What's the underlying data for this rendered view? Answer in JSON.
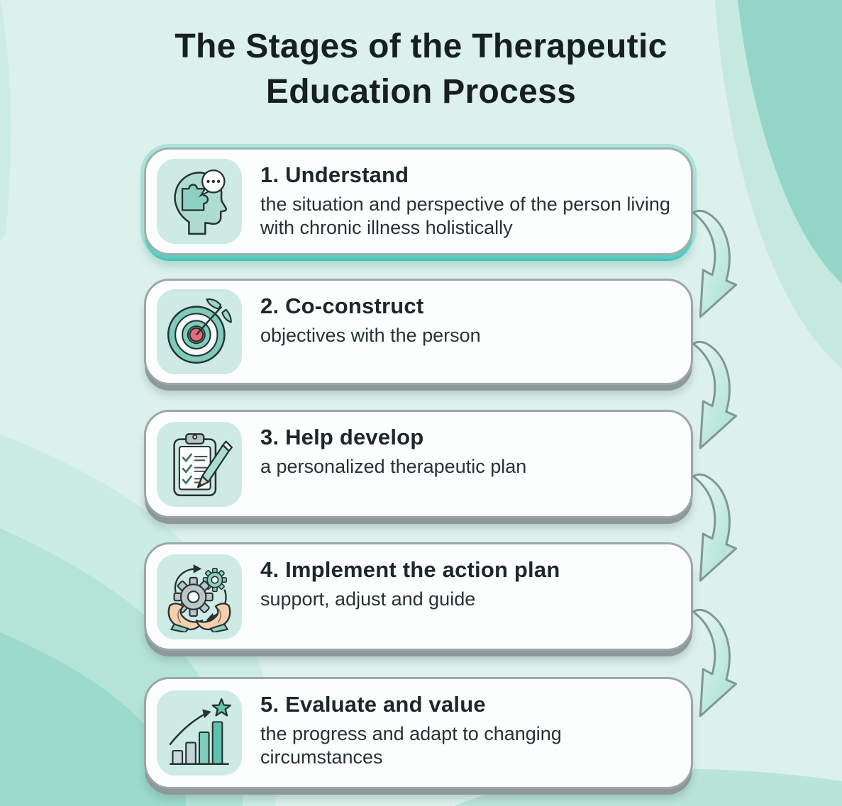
{
  "title": "The Stages of the Therapeutic Education Process",
  "stages": [
    {
      "heading": "1. Understand",
      "body": "the situation and perspective of the person living with chronic illness holistically",
      "icon": "head-puzzle-speech-icon"
    },
    {
      "heading": "2. Co-construct",
      "body": "objectives with the person",
      "icon": "target-arrow-icon"
    },
    {
      "heading": "3. Help develop",
      "body": "a personalized therapeutic plan",
      "icon": "clipboard-checklist-icon"
    },
    {
      "heading": "4. Implement the action plan",
      "body": "support, adjust and guide",
      "icon": "hands-gears-icon"
    },
    {
      "heading": "5. Evaluate and value",
      "body": "the progress and adapt to changing circumstances",
      "icon": "growth-chart-star-icon"
    }
  ],
  "flow": {
    "arrow_count": 4,
    "direction": "top-to-bottom"
  },
  "colors": {
    "background": "#ddf1ec",
    "accent_teal": "#45c2b8",
    "card_background": "#fcfefe",
    "card_border": "#9ba7a7",
    "shadow_gray": "#8d989a",
    "icon_tile": "#cdeae4",
    "heading_text": "#1d2727",
    "body_text": "#273232",
    "bullseye_red": "#e96a7d"
  }
}
